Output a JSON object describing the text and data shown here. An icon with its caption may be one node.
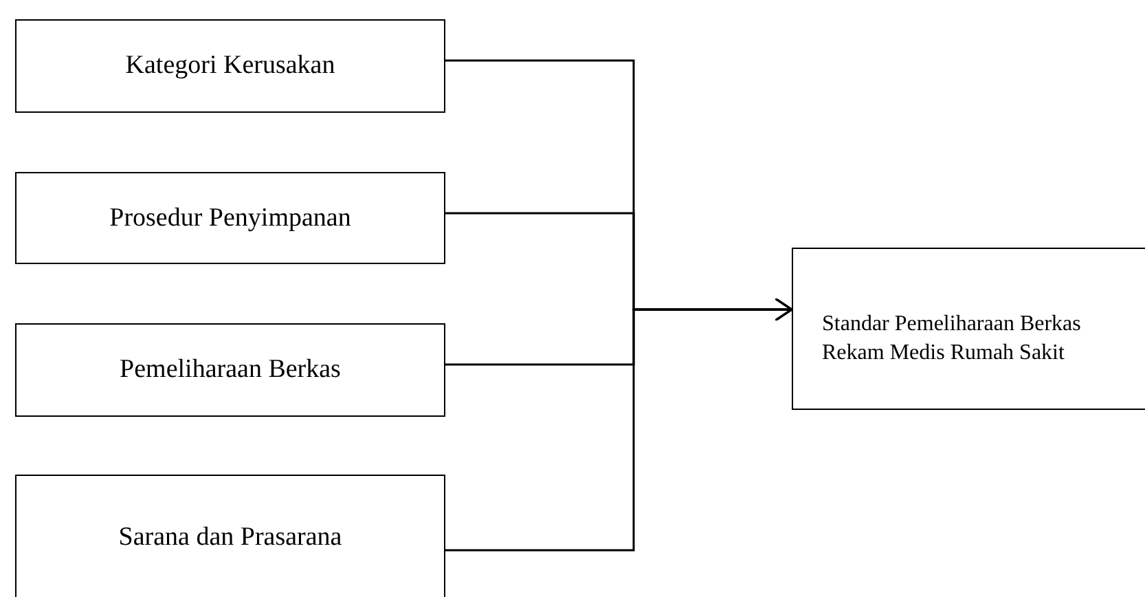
{
  "diagram": {
    "nodes": [
      {
        "text": [
          "Kategori Kerusakan"
        ]
      },
      {
        "text": [
          "Prosedur Penyimpanan"
        ]
      },
      {
        "text": [
          "Pemeliharaan Berkas"
        ]
      },
      {
        "text": [
          "Sarana dan Prasarana"
        ]
      },
      {
        "text": [
          "Standar Pemeliharaan Berkas Rekam Medis Rumah Sakit"
        ]
      }
    ],
    "edges": [
      {
        "from": 0,
        "to": 4,
        "arrow": "to"
      },
      {
        "from": 1,
        "to": 4,
        "arrow": "to"
      },
      {
        "from": 2,
        "to": 4,
        "arrow": "to"
      },
      {
        "from": 3,
        "to": 4,
        "arrow": "to"
      }
    ]
  }
}
